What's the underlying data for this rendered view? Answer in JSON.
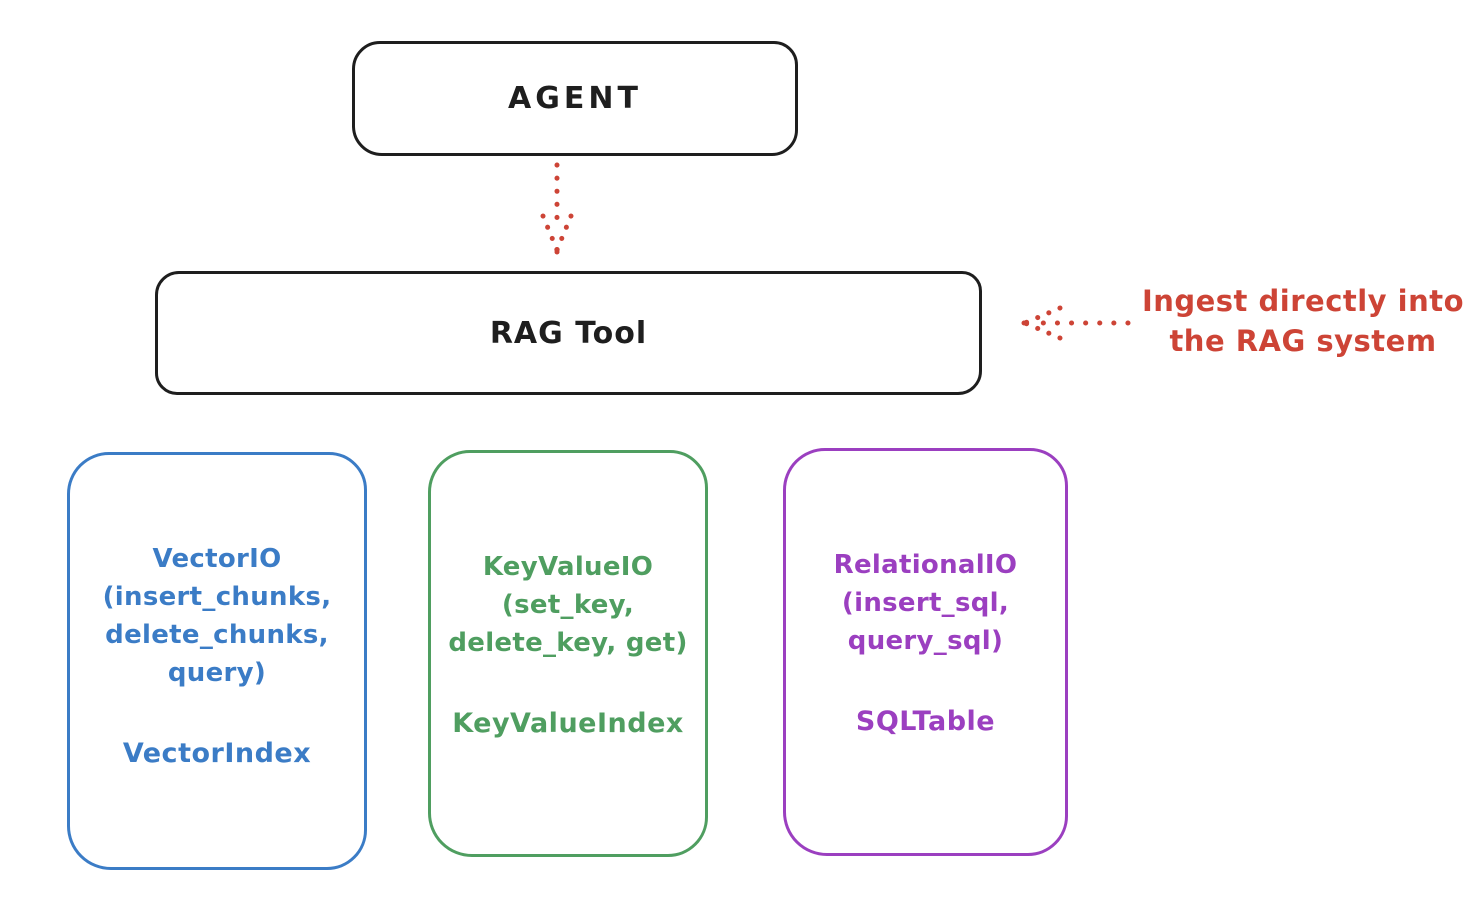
{
  "agent_box": {
    "label": "AGENT"
  },
  "rag_tool_box": {
    "label": "RAG Tool"
  },
  "annotation": {
    "line1": "Ingest directly into",
    "line2": "the RAG system",
    "color": "#cd4436"
  },
  "arrows": {
    "agent_to_rag_tool": {
      "style": "dotted",
      "direction": "down",
      "color": "#cd4436"
    },
    "annotation_to_rag_tool": {
      "style": "dotted",
      "direction": "left",
      "color": "#cd4436"
    }
  },
  "backends": [
    {
      "name": "VectorIO",
      "lines": [
        "VectorIO",
        "(insert_chunks,",
        "delete_chunks,",
        "query)"
      ],
      "index_label": "VectorIndex",
      "color": "#3b7cc6"
    },
    {
      "name": "KeyValueIO",
      "lines": [
        "KeyValueIO",
        "(set_key,",
        "delete_key, get)"
      ],
      "index_label": "KeyValueIndex",
      "color": "#4f9e60"
    },
    {
      "name": "RelationalIO",
      "lines": [
        "RelationalIO",
        "(insert_sql,",
        "query_sql)"
      ],
      "index_label": "SQLTable",
      "color": "#9b3fc0"
    }
  ],
  "colors": {
    "box_stroke": "#1e1e1e",
    "background": "#ffffff",
    "red": "#cd4436",
    "blue": "#3b7cc6",
    "green": "#4f9e60",
    "purple": "#9b3fc0"
  }
}
